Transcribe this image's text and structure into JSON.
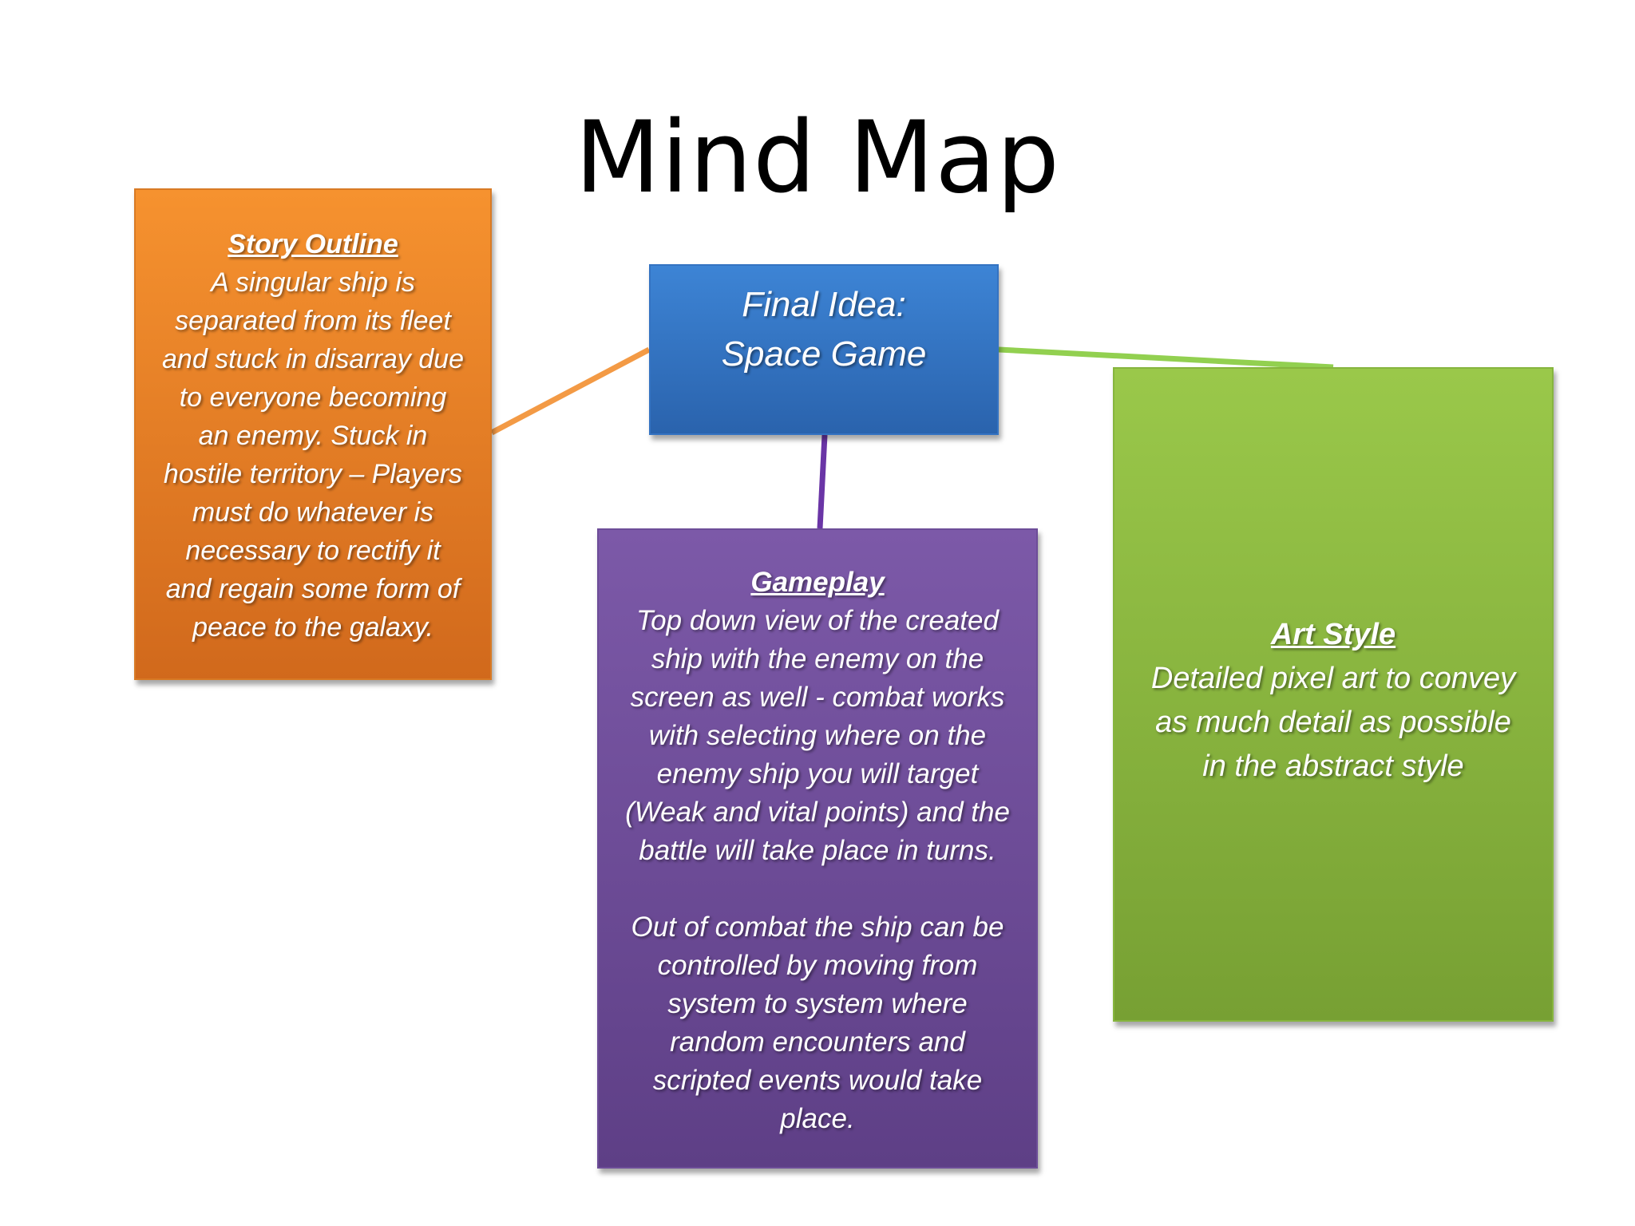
{
  "slide": {
    "title": "Mind Map"
  },
  "center": {
    "line1": "Final Idea:",
    "line2": "Space Game"
  },
  "story": {
    "heading": "Story Outline",
    "body": "A singular ship is\nseparated from its fleet\nand stuck in disarray due\nto everyone becoming\nan enemy. Stuck in\nhostile territory – Players\nmust do whatever is\nnecessary to rectify it\nand regain some form of\npeace to the galaxy."
  },
  "gameplay": {
    "heading": "Gameplay",
    "body": "Top down view of the created\nship with the enemy on the\nscreen as well - combat works\nwith selecting where on the\nenemy ship you will target\n(Weak and vital points) and the\nbattle will take place in turns.\n\nOut of combat the ship can be\ncontrolled by moving from\nsystem to system where\nrandom encounters and\nscripted events would take\nplace."
  },
  "artstyle": {
    "heading": "Art Style",
    "body": "Detailed pixel art to convey\nas much detail as possible\nin the abstract style"
  },
  "colors": {
    "story": "#f28a2e",
    "center": "#3a7ccc",
    "gameplay": "#74519e",
    "artstyle": "#8fbe45",
    "connector_story": "#f39a45",
    "connector_gameplay": "#6a35a6",
    "connector_artstyle": "#92d050"
  }
}
